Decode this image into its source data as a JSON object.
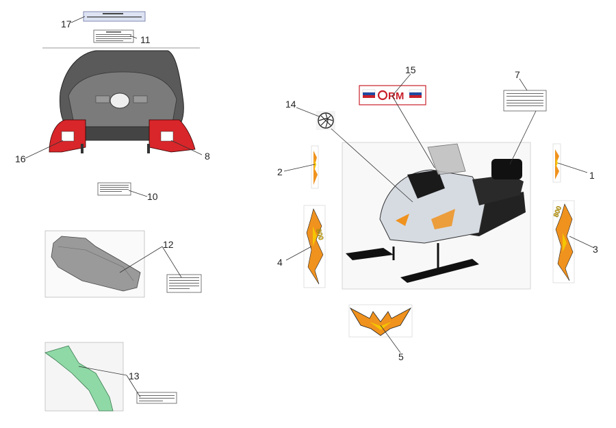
{
  "callouts": [
    {
      "id": "1",
      "text": "1"
    },
    {
      "id": "2",
      "text": "2"
    },
    {
      "id": "3",
      "text": "3"
    },
    {
      "id": "4",
      "text": "4"
    },
    {
      "id": "5",
      "text": "5"
    },
    {
      "id": "7",
      "text": "7"
    },
    {
      "id": "8",
      "text": "8"
    },
    {
      "id": "10",
      "text": "10"
    },
    {
      "id": "11",
      "text": "11"
    },
    {
      "id": "12",
      "text": "12"
    },
    {
      "id": "13",
      "text": "13"
    },
    {
      "id": "14",
      "text": "14"
    },
    {
      "id": "15",
      "text": "15"
    },
    {
      "id": "16",
      "text": "16"
    },
    {
      "id": "17",
      "text": "17"
    }
  ],
  "logo": {
    "text": "RM"
  },
  "decal_text": {
    "left": "800",
    "right": "800"
  },
  "colors": {
    "red_panel": "#d8262a",
    "orange_decal": "#f0921e",
    "yellow_decal": "#f5c500",
    "green_part": "#8fd9a6",
    "grey_part": "#9a9a9a",
    "logo_red": "#c8202a",
    "logo_blue": "#1f4aa0",
    "line": "#333333"
  }
}
